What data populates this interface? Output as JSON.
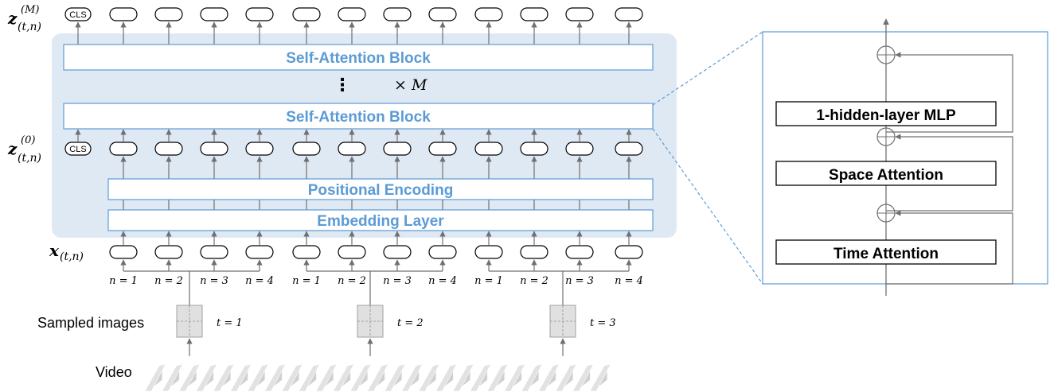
{
  "colors": {
    "panel": "#dfe9f4",
    "accent": "#5b9bd5",
    "line": "#707070",
    "frame": "#7f7f7f"
  },
  "left": {
    "top_label_main": "z",
    "top_label_sup": "(M)",
    "top_label_sub": "(t,n)",
    "mid_label_main": "z",
    "mid_label_sup": "(0)",
    "mid_label_sub": "(t,n)",
    "input_label_main": "x",
    "input_label_sub": "(t,n)",
    "cls": "CLS",
    "self_attention_top": "Self-Attention Block",
    "self_attention_bottom": "Self-Attention Block",
    "dots": "⋮",
    "times_m": "× M",
    "positional_encoding": "Positional Encoding",
    "embedding_layer": "Embedding Layer",
    "n_labels": [
      "n = 1",
      "n = 2",
      "n = 3",
      "n = 4",
      "n = 1",
      "n = 2",
      "n = 3",
      "n = 4",
      "n = 1",
      "n = 2",
      "n = 3",
      "n = 4"
    ],
    "t_labels": [
      "t = 1",
      "t = 2",
      "t = 3"
    ],
    "sampled_images": "Sampled images",
    "video": "Video"
  },
  "right": {
    "mlp": "1-hidden-layer MLP",
    "space_attention": "Space Attention",
    "time_attention": "Time Attention"
  }
}
